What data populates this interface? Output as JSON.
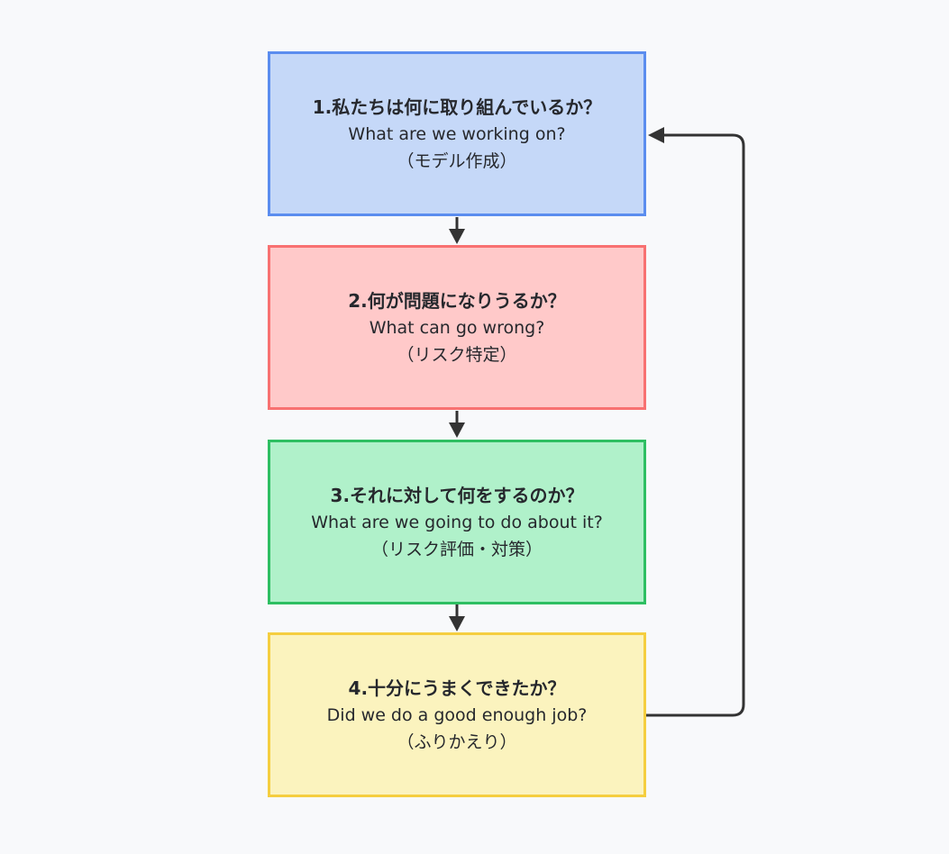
{
  "diagram": {
    "title": "Risk management four questions loop",
    "background": "#F8F9FB",
    "connector_color": "#333333",
    "text_color": "#26282D",
    "boxes": [
      {
        "step": "1",
        "title": "1.私たちは何に取り組んでいるか？",
        "subtitle_en": "What are we working on?",
        "note": "（モデル作成）",
        "fill": "#C5D8F8",
        "border": "#5B8DEF"
      },
      {
        "step": "2",
        "title": "2.何が問題になりうるか？",
        "subtitle_en": "What can go wrong?",
        "note": "（リスク特定）",
        "fill": "#FFC9C9",
        "border": "#F87171"
      },
      {
        "step": "3",
        "title": "3.それに対して何をするのか？",
        "subtitle_en": "What are we going to do about it?",
        "note": "（リスク評価・対策）",
        "fill": "#B0F1CA",
        "border": "#2EBF62"
      },
      {
        "step": "4",
        "title": "4.十分にうまくできたか？",
        "subtitle_en": "Did we do a good enough job?",
        "note": "（ふりかえり）",
        "fill": "#FBF3BE",
        "border": "#F5CE3F"
      }
    ],
    "connections": [
      {
        "from": "1",
        "to": "2",
        "type": "arrow-down"
      },
      {
        "from": "2",
        "to": "3",
        "type": "arrow-down"
      },
      {
        "from": "3",
        "to": "4",
        "type": "arrow-down"
      },
      {
        "from": "4",
        "to": "1",
        "type": "feedback-loop-right"
      }
    ]
  }
}
